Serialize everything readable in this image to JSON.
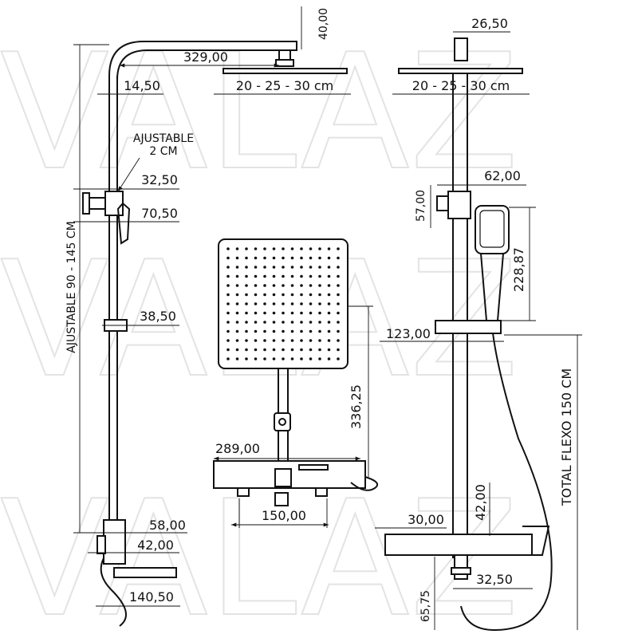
{
  "watermark": {
    "text": "VALAZ"
  },
  "labels": {
    "d_4000": "40,00",
    "d_32900": "329,00",
    "d_1450": "14,50",
    "head_sizes_left": "20 - 25 - 30 cm",
    "ajustable_1": "AJUSTABLE",
    "ajustable_2": "2 CM",
    "d_3250_top": "32,50",
    "d_7050": "70,50",
    "d_3850": "38,50",
    "ajustable_height": "AJUSTABLE 90 - 145 CM",
    "d_5800": "58,00",
    "d_4200_left": "42,00",
    "d_14050": "140,50",
    "d_2650": "26,50",
    "head_sizes_right": "20 - 25 - 30 cm",
    "d_6200": "62,00",
    "d_5700": "57,00",
    "d_22887": "228,87",
    "d_12300": "123,00",
    "total_flexo": "TOTAL FLEXO 150 CM",
    "d_3000": "30,00",
    "d_4200_right": "42,00",
    "d_3250_bottom": "32,50",
    "d_6575": "65,75",
    "d_33625": "336,25",
    "d_28900": "289,00",
    "d_15000": "150,00"
  }
}
